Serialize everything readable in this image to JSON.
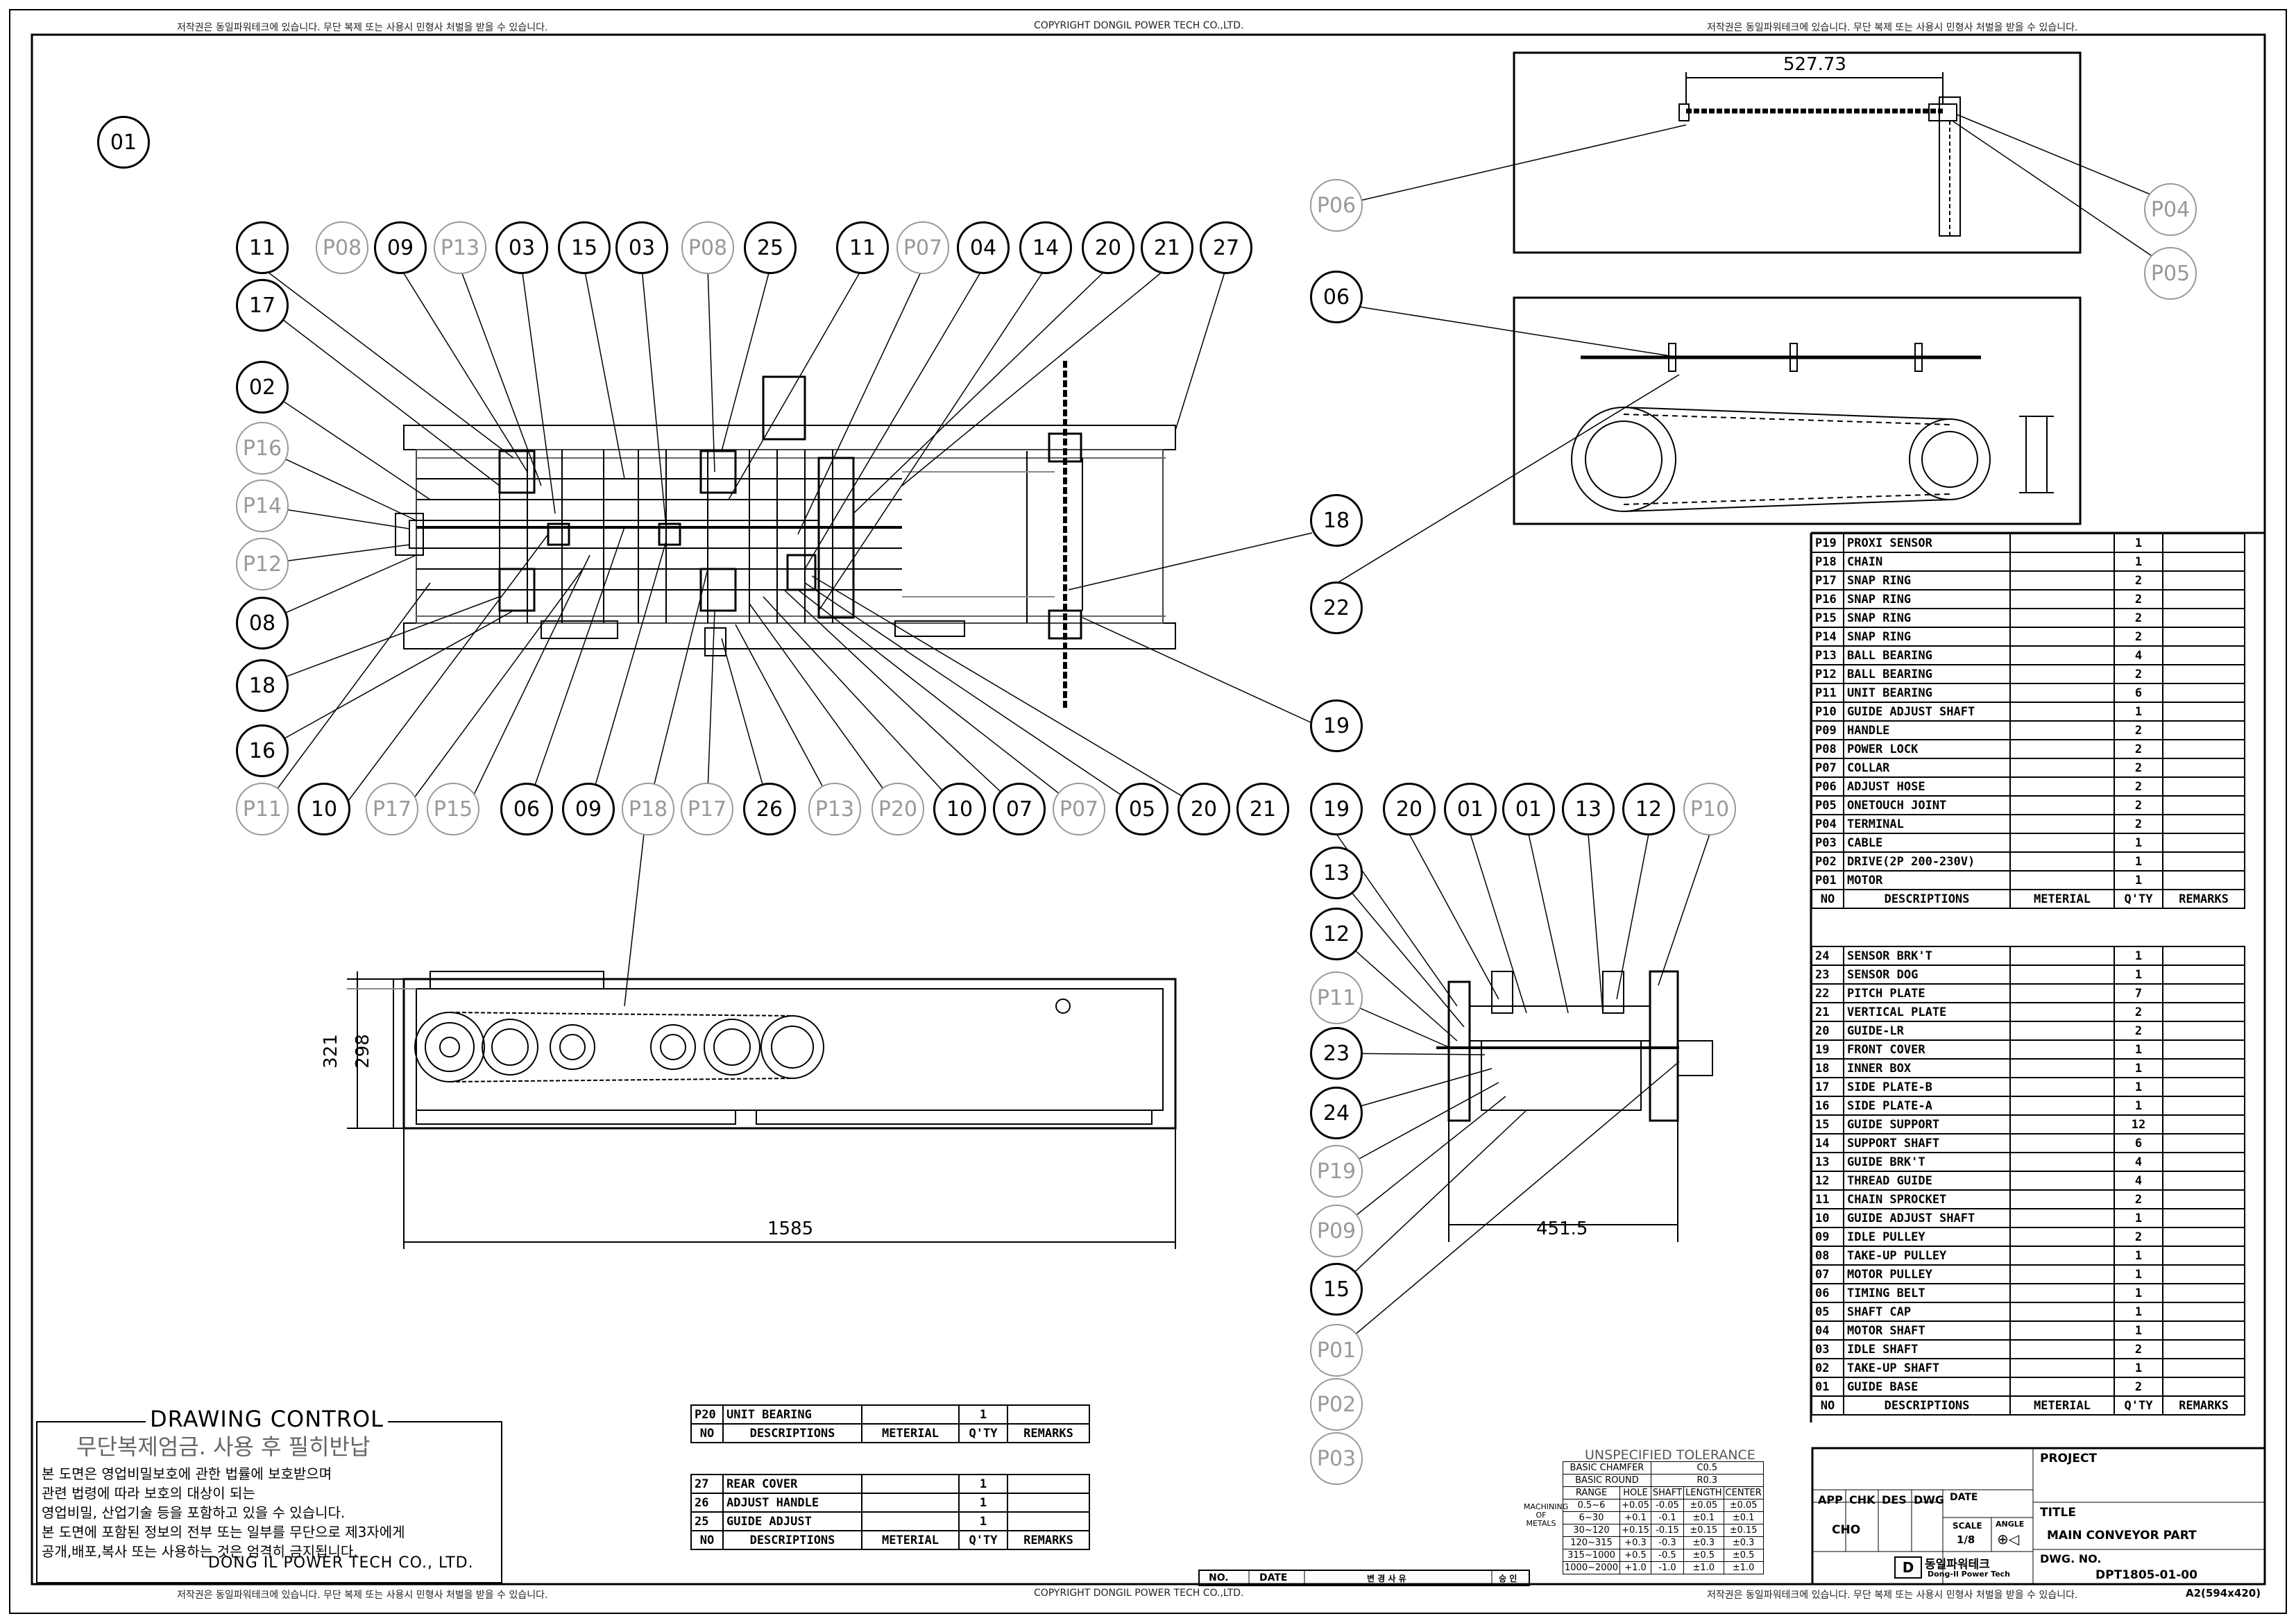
{
  "header": {
    "left": "저작권은 동일파워테크에 있습니다.     무단 복제 또는 사용시 민형사 처벌을 받을 수 있습니다.",
    "center": "COPYRIGHT    DONGIL POWER TECH CO.,LTD.",
    "right": "저작권은 동일파워테크에 있습니다.     무단 복제 또는 사용시 민형사 처벌을 받을 수 있습니다."
  },
  "footer": {
    "left": "저작권은 동일파워테크에 있습니다.     무단 복제 또는 사용시 민형사 처벌을 받을 수 있습니다.",
    "center": "COPYRIGHT    DONGIL POWER TECH CO.,LTD.",
    "right": "저작권은 동일파워테크에 있습니다.     무단 복제 또는 사용시 민형사 처벌을 받을 수 있습니다."
  },
  "view_label": "01",
  "balloons": {
    "top_row": [
      "11",
      "P08",
      "09",
      "P13",
      "03",
      "15",
      "03",
      "P08",
      "25",
      "11",
      "P07",
      "04",
      "14",
      "20",
      "21",
      "27"
    ],
    "left_col": [
      "17",
      "02",
      "P16",
      "P14",
      "P12",
      "08",
      "18",
      "16"
    ],
    "bottom_row": [
      "P11",
      "10",
      "P17",
      "P15",
      "06",
      "09",
      "P18",
      "P17",
      "26",
      "P13",
      "P20",
      "10",
      "07",
      "P07",
      "05",
      "20",
      "21"
    ],
    "right_col": [
      "18",
      "22",
      "19",
      "P06",
      "06",
      "P04",
      "P05"
    ],
    "side_row": [
      "19",
      "20",
      "01",
      "01",
      "13",
      "12",
      "P10"
    ],
    "side_col": [
      "13",
      "12",
      "P11",
      "23",
      "24",
      "P19",
      "P09",
      "15",
      "P01",
      "P02",
      "P03"
    ]
  },
  "dimensions": {
    "top_length": "527.73",
    "front_length": "1585",
    "front_height_outer": "321",
    "front_height_inner": "298",
    "side_width": "451.5"
  },
  "bom_purchased": {
    "rows": [
      {
        "no": "P19",
        "desc": "PROXI SENSOR",
        "mat": "",
        "qty": "1",
        "rem": ""
      },
      {
        "no": "P18",
        "desc": "CHAIN",
        "mat": "",
        "qty": "1",
        "rem": ""
      },
      {
        "no": "P17",
        "desc": "SNAP RING",
        "mat": "",
        "qty": "2",
        "rem": ""
      },
      {
        "no": "P16",
        "desc": "SNAP RING",
        "mat": "",
        "qty": "2",
        "rem": ""
      },
      {
        "no": "P15",
        "desc": "SNAP RING",
        "mat": "",
        "qty": "2",
        "rem": ""
      },
      {
        "no": "P14",
        "desc": "SNAP RING",
        "mat": "",
        "qty": "2",
        "rem": ""
      },
      {
        "no": "P13",
        "desc": "BALL BEARING",
        "mat": "",
        "qty": "4",
        "rem": ""
      },
      {
        "no": "P12",
        "desc": "BALL BEARING",
        "mat": "",
        "qty": "2",
        "rem": ""
      },
      {
        "no": "P11",
        "desc": "UNIT BEARING",
        "mat": "",
        "qty": "6",
        "rem": ""
      },
      {
        "no": "P10",
        "desc": "GUIDE ADJUST SHAFT",
        "mat": "",
        "qty": "1",
        "rem": ""
      },
      {
        "no": "P09",
        "desc": "HANDLE",
        "mat": "",
        "qty": "2",
        "rem": ""
      },
      {
        "no": "P08",
        "desc": "POWER LOCK",
        "mat": "",
        "qty": "2",
        "rem": ""
      },
      {
        "no": "P07",
        "desc": "COLLAR",
        "mat": "",
        "qty": "2",
        "rem": ""
      },
      {
        "no": "P06",
        "desc": "ADJUST HOSE",
        "mat": "",
        "qty": "2",
        "rem": ""
      },
      {
        "no": "P05",
        "desc": "ONETOUCH JOINT",
        "mat": "",
        "qty": "2",
        "rem": ""
      },
      {
        "no": "P04",
        "desc": "TERMINAL",
        "mat": "",
        "qty": "2",
        "rem": ""
      },
      {
        "no": "P03",
        "desc": "CABLE",
        "mat": "",
        "qty": "1",
        "rem": ""
      },
      {
        "no": "P02",
        "desc": "DRIVE(2P 200-230V)",
        "mat": "",
        "qty": "1",
        "rem": ""
      },
      {
        "no": "P01",
        "desc": "MOTOR",
        "mat": "",
        "qty": "1",
        "rem": ""
      }
    ]
  },
  "bom_parts": {
    "rows": [
      {
        "no": "24",
        "desc": "SENSOR BRK'T",
        "mat": "",
        "qty": "1",
        "rem": ""
      },
      {
        "no": "23",
        "desc": "SENSOR DOG",
        "mat": "",
        "qty": "1",
        "rem": ""
      },
      {
        "no": "22",
        "desc": "PITCH PLATE",
        "mat": "",
        "qty": "7",
        "rem": ""
      },
      {
        "no": "21",
        "desc": "VERTICAL PLATE",
        "mat": "",
        "qty": "2",
        "rem": ""
      },
      {
        "no": "20",
        "desc": "GUIDE-LR",
        "mat": "",
        "qty": "2",
        "rem": ""
      },
      {
        "no": "19",
        "desc": "FRONT COVER",
        "mat": "",
        "qty": "1",
        "rem": ""
      },
      {
        "no": "18",
        "desc": "INNER BOX",
        "mat": "",
        "qty": "1",
        "rem": ""
      },
      {
        "no": "17",
        "desc": "SIDE PLATE-B",
        "mat": "",
        "qty": "1",
        "rem": ""
      },
      {
        "no": "16",
        "desc": "SIDE PLATE-A",
        "mat": "",
        "qty": "1",
        "rem": ""
      },
      {
        "no": "15",
        "desc": "GUIDE SUPPORT",
        "mat": "",
        "qty": "12",
        "rem": ""
      },
      {
        "no": "14",
        "desc": "SUPPORT SHAFT",
        "mat": "",
        "qty": "6",
        "rem": ""
      },
      {
        "no": "13",
        "desc": "GUIDE BRK'T",
        "mat": "",
        "qty": "4",
        "rem": ""
      },
      {
        "no": "12",
        "desc": "THREAD GUIDE",
        "mat": "",
        "qty": "4",
        "rem": ""
      },
      {
        "no": "11",
        "desc": "CHAIN SPROCKET",
        "mat": "",
        "qty": "2",
        "rem": ""
      },
      {
        "no": "10",
        "desc": "GUIDE ADJUST SHAFT",
        "mat": "",
        "qty": "1",
        "rem": ""
      },
      {
        "no": "09",
        "desc": "IDLE PULLEY",
        "mat": "",
        "qty": "2",
        "rem": ""
      },
      {
        "no": "08",
        "desc": "TAKE-UP PULLEY",
        "mat": "",
        "qty": "1",
        "rem": ""
      },
      {
        "no": "07",
        "desc": "MOTOR PULLEY",
        "mat": "",
        "qty": "1",
        "rem": ""
      },
      {
        "no": "06",
        "desc": "TIMING BELT",
        "mat": "",
        "qty": "1",
        "rem": ""
      },
      {
        "no": "05",
        "desc": "SHAFT CAP",
        "mat": "",
        "qty": "1",
        "rem": ""
      },
      {
        "no": "04",
        "desc": "MOTOR SHAFT",
        "mat": "",
        "qty": "1",
        "rem": ""
      },
      {
        "no": "03",
        "desc": "IDLE SHAFT",
        "mat": "",
        "qty": "2",
        "rem": ""
      },
      {
        "no": "02",
        "desc": "TAKE-UP SHAFT",
        "mat": "",
        "qty": "1",
        "rem": ""
      },
      {
        "no": "01",
        "desc": "GUIDE BASE",
        "mat": "",
        "qty": "2",
        "rem": ""
      }
    ]
  },
  "bom_small_a": {
    "rows": [
      {
        "no": "P20",
        "desc": "UNIT BEARING",
        "mat": "",
        "qty": "1",
        "rem": ""
      }
    ]
  },
  "bom_small_b": {
    "rows": [
      {
        "no": "27",
        "desc": "REAR COVER",
        "mat": "",
        "qty": "1",
        "rem": ""
      },
      {
        "no": "26",
        "desc": "ADJUST HANDLE",
        "mat": "",
        "qty": "1",
        "rem": ""
      },
      {
        "no": "25",
        "desc": "GUIDE ADJUST",
        "mat": "",
        "qty": "1",
        "rem": ""
      }
    ]
  },
  "bom_header": {
    "no": "NO",
    "desc": "DESCRIPTIONS",
    "mat": "METERIAL",
    "qty": "Q'TY",
    "rem": "REMARKS"
  },
  "drawing_control": {
    "title": "DRAWING CONTROL",
    "subtitle": "무단복제엄금. 사용 후 필히반납",
    "lines": [
      "본 도면은 영업비밀보호에 관한 법률에 보호받으며",
      "관련 법령에 따라 보호의 대상이 되는",
      "영업비밀, 산업기술 등을 포함하고 있을 수 있습니다.",
      "본 도면에 포함된 정보의 전부 또는 일부를 무단으로 제3자에게",
      "공개,배포,복사 또는 사용하는 것은 엄격히 금지됩니다."
    ],
    "company": "DONG IL POWER TECH CO., LTD."
  },
  "revision": {
    "no": "NO.",
    "date": "DATE",
    "desc": "변 경 사 유",
    "app": "승 인"
  },
  "tolerance": {
    "title": "UNSPECIFIED TOLERANCE",
    "chamfer_label": "BASIC CHAMFER",
    "chamfer": "C0.5",
    "round_label": "BASIC ROUND",
    "round": "R0.3",
    "side_label": "MACHINING OF METALS",
    "cols": [
      "RANGE",
      "HOLE",
      "SHAFT",
      "LENGTH",
      "CENTER"
    ],
    "rows": [
      [
        "0.5~6",
        "+0.05",
        "-0.05",
        "±0.05",
        "±0.05"
      ],
      [
        "6~30",
        "+0.1",
        "-0.1",
        "±0.1",
        "±0.1"
      ],
      [
        "30~120",
        "+0.15",
        "-0.15",
        "±0.15",
        "±0.15"
      ],
      [
        "120~315",
        "+0.3",
        "-0.3",
        "±0.3",
        "±0.3"
      ],
      [
        "315~1000",
        "+0.5",
        "-0.5",
        "±0.5",
        "±0.5"
      ],
      [
        "1000~2000",
        "+1.0",
        "-1.0",
        "±1.0",
        "±1.0"
      ]
    ]
  },
  "title_block": {
    "app": "APP",
    "chk": "CHK",
    "des": "DES",
    "dwg": "DWG",
    "date": "DATE",
    "drawn": "CHO",
    "scale_label": "SCALE",
    "scale": "1/8",
    "angle_label": "ANGLE",
    "company_kr": "동일파워테크",
    "company_en": "Dong-Il Power Tech",
    "project_label": "PROJECT",
    "project": "",
    "title_label": "TITLE",
    "title": "MAIN CONVEYOR PART",
    "dwgno_label": "DWG. NO.",
    "dwgno": "DPT1805-01-00",
    "sheet": "A2(594x420)"
  }
}
